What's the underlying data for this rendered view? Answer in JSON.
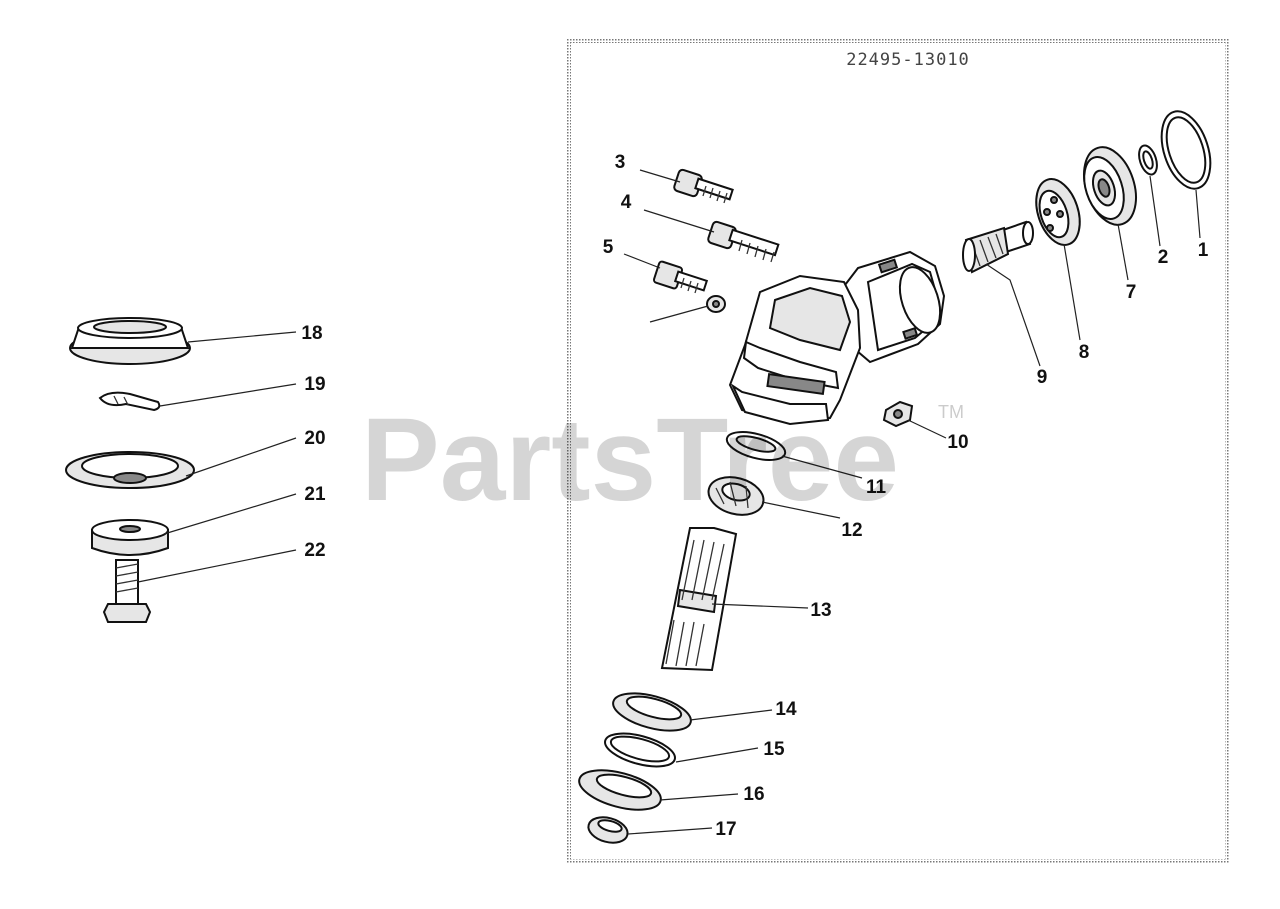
{
  "diagram": {
    "assembly_code": "22495-13010",
    "watermark": "PartsTree",
    "watermark_mark": "TM",
    "callouts": [
      {
        "id": "1",
        "label": "1"
      },
      {
        "id": "2",
        "label": "2"
      },
      {
        "id": "3",
        "label": "3"
      },
      {
        "id": "4",
        "label": "4"
      },
      {
        "id": "5",
        "label": "5"
      },
      {
        "id": "7",
        "label": "7"
      },
      {
        "id": "8",
        "label": "8"
      },
      {
        "id": "9",
        "label": "9"
      },
      {
        "id": "10",
        "label": "10"
      },
      {
        "id": "11",
        "label": "11"
      },
      {
        "id": "12",
        "label": "12"
      },
      {
        "id": "13",
        "label": "13"
      },
      {
        "id": "14",
        "label": "14"
      },
      {
        "id": "15",
        "label": "15"
      },
      {
        "id": "16",
        "label": "16"
      },
      {
        "id": "17",
        "label": "17"
      },
      {
        "id": "18",
        "label": "18"
      },
      {
        "id": "19",
        "label": "19"
      },
      {
        "id": "20",
        "label": "20"
      },
      {
        "id": "21",
        "label": "21"
      },
      {
        "id": "22",
        "label": "22"
      }
    ]
  }
}
